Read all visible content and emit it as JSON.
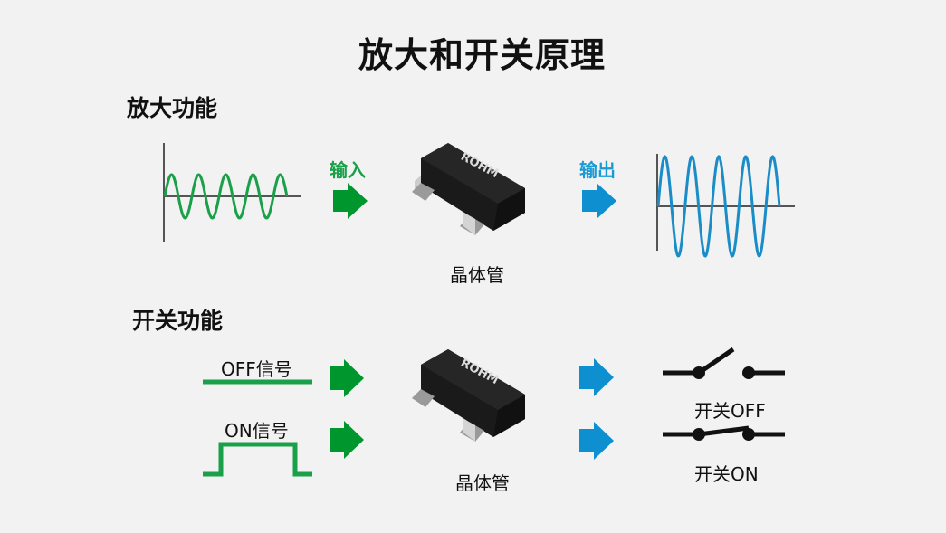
{
  "title": "放大和开关原理",
  "amplify": {
    "heading": "放大功能",
    "input_label": "输入",
    "output_label": "输出",
    "device_label": "晶体管",
    "device_marking": "ROHM",
    "input_wave": {
      "cycles": 4.5,
      "amplitude": "small"
    },
    "output_wave": {
      "cycles": 4.5,
      "amplitude": "large"
    }
  },
  "switching": {
    "heading": "开关功能",
    "off_signal_label": "OFF信号",
    "on_signal_label": "ON信号",
    "device_label": "晶体管",
    "device_marking": "ROHM",
    "switch_off_label": "开关OFF",
    "switch_on_label": "开关ON"
  },
  "colors": {
    "background": "#f2f2f2",
    "green": "#1aa049",
    "green_arrow": "#00962e",
    "blue": "#1a9bd6",
    "blue_arrow": "#0e8fd0",
    "axis": "#555555",
    "device": "#1a1a1a"
  }
}
